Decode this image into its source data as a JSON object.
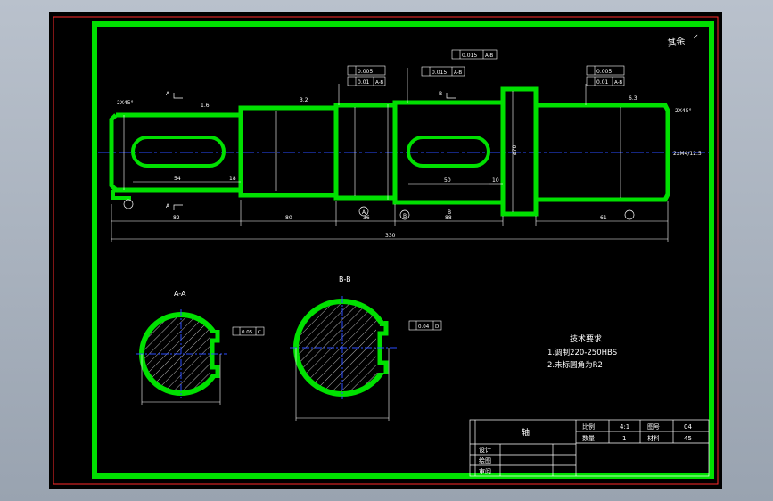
{
  "colors": {
    "background": "#000000",
    "outline": "#00e000",
    "centerline": "#2a4bff",
    "frame": "#ff2a2a",
    "dimension": "#ffffff",
    "hatch": "#ffffff"
  },
  "surface_finish_note": "其余",
  "tolerance_frames": {
    "mid_a": "0.015",
    "mid_a_ref": "A-B",
    "mid_b": "0.015",
    "mid_b_ref": "A-B",
    "left_a": "0.005",
    "left_b": "0.01",
    "left_b_ref": "A-B",
    "right_a": "0.005",
    "right_b": "0.01",
    "right_b_ref": "A-B"
  },
  "dimensions": {
    "chamfer_left": "2X45°",
    "chamfer_right": "2X45°",
    "center_hole": "2xM4/12.5",
    "key_left_length": "54",
    "key_left_offset": "18",
    "key_right_length": "50",
    "key_right_offset": "10",
    "len_seg1": "82",
    "len_seg2": "80",
    "len_seg3": "36",
    "len_seg4": "88",
    "len_seg5": "61",
    "len_total": "330",
    "dia_shoulder": "ø70",
    "roughness_a": "1.6",
    "roughness_b": "3.2",
    "roughness_c": "6.3"
  },
  "datums": {
    "a": "A",
    "b": "B"
  },
  "section_marks": {
    "a": "A",
    "b": "B"
  },
  "sections": {
    "a": {
      "title": "A-A",
      "tol": "0.05",
      "tol_ref": "C"
    },
    "b": {
      "title": "B-B",
      "tol": "0.04",
      "tol_ref": "D"
    }
  },
  "tech_req": {
    "title": "技术要求",
    "items": [
      "1.调制220-250HBS",
      "2.未标圆角为R2"
    ]
  },
  "title_block": {
    "part_name": "轴",
    "scale_label": "比例",
    "scale_value": "4:1",
    "drawing_no_label": "图号",
    "drawing_no_value": "04",
    "qty_label": "数量",
    "qty_value": "1",
    "material_label": "材料",
    "material_value": "45",
    "row_design": "设计",
    "row_draw": "绘图",
    "row_review": "审阅"
  }
}
